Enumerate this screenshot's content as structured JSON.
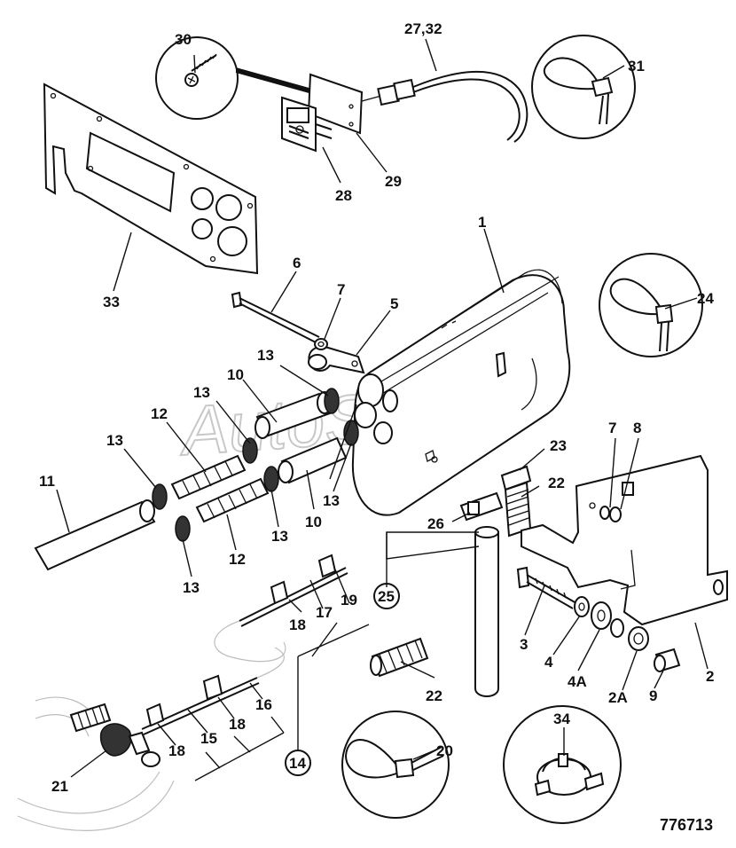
{
  "figure_number": "776713",
  "watermark": "AutoSoft",
  "callouts": {
    "c1": "1",
    "c2": "2",
    "c2A": "2A",
    "c3": "3",
    "c4": "4",
    "c4A": "4A",
    "c5": "5",
    "c6": "6",
    "c7a": "7",
    "c7b": "7",
    "c8": "8",
    "c9": "9",
    "c10a": "10",
    "c10b": "10",
    "c11": "11",
    "c12a": "12",
    "c12b": "12",
    "c13a": "13",
    "c13b": "13",
    "c13c": "13",
    "c13d": "13",
    "c13e": "13",
    "c13f": "13",
    "c14": "14",
    "c15": "15",
    "c16": "16",
    "c17": "17",
    "c18a": "18",
    "c18b": "18",
    "c18c": "18",
    "c19": "19",
    "c20": "20",
    "c21": "21",
    "c22a": "22",
    "c22b": "22",
    "c23": "23",
    "c24": "24",
    "c25": "25",
    "c26": "26",
    "c27_32": "27,32",
    "c28": "28",
    "c29": "29",
    "c30": "30",
    "c31": "31",
    "c33": "33",
    "c34": "34"
  }
}
